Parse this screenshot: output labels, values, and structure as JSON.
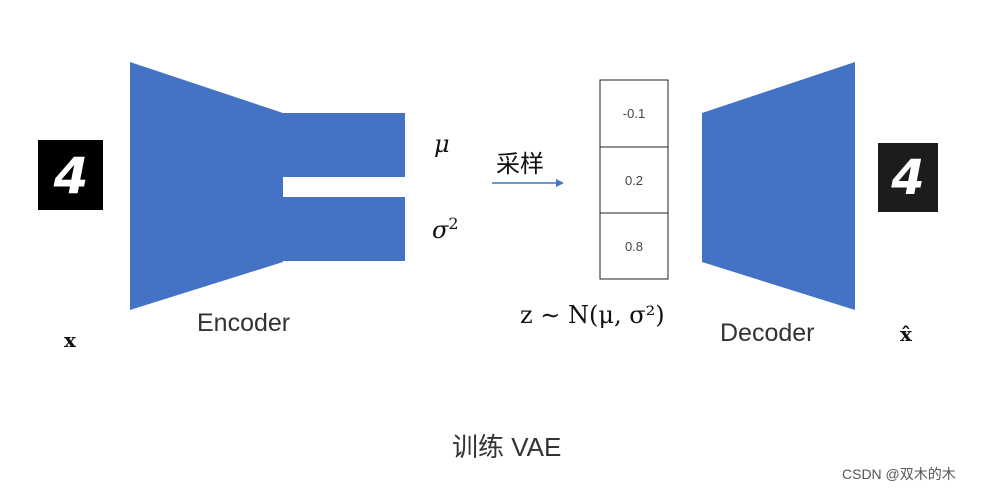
{
  "encoder": {
    "label": "Encoder"
  },
  "decoder": {
    "label": "Decoder"
  },
  "input": {
    "label": "x",
    "digit": "4"
  },
  "output": {
    "label": "x̂",
    "digit": "4"
  },
  "latent": {
    "mu_label": "μ",
    "sigma_label": "σ",
    "sigma_exp": "2",
    "sample_label": "采样",
    "formula": "z ∼ N(μ, σ²)",
    "values": [
      "-0.1",
      "0.2",
      "0.8"
    ]
  },
  "caption": "训练 VAE",
  "watermark": "CSDN @双木的木",
  "colors": {
    "block": "#4472C4",
    "arrow": "#4472C4"
  }
}
